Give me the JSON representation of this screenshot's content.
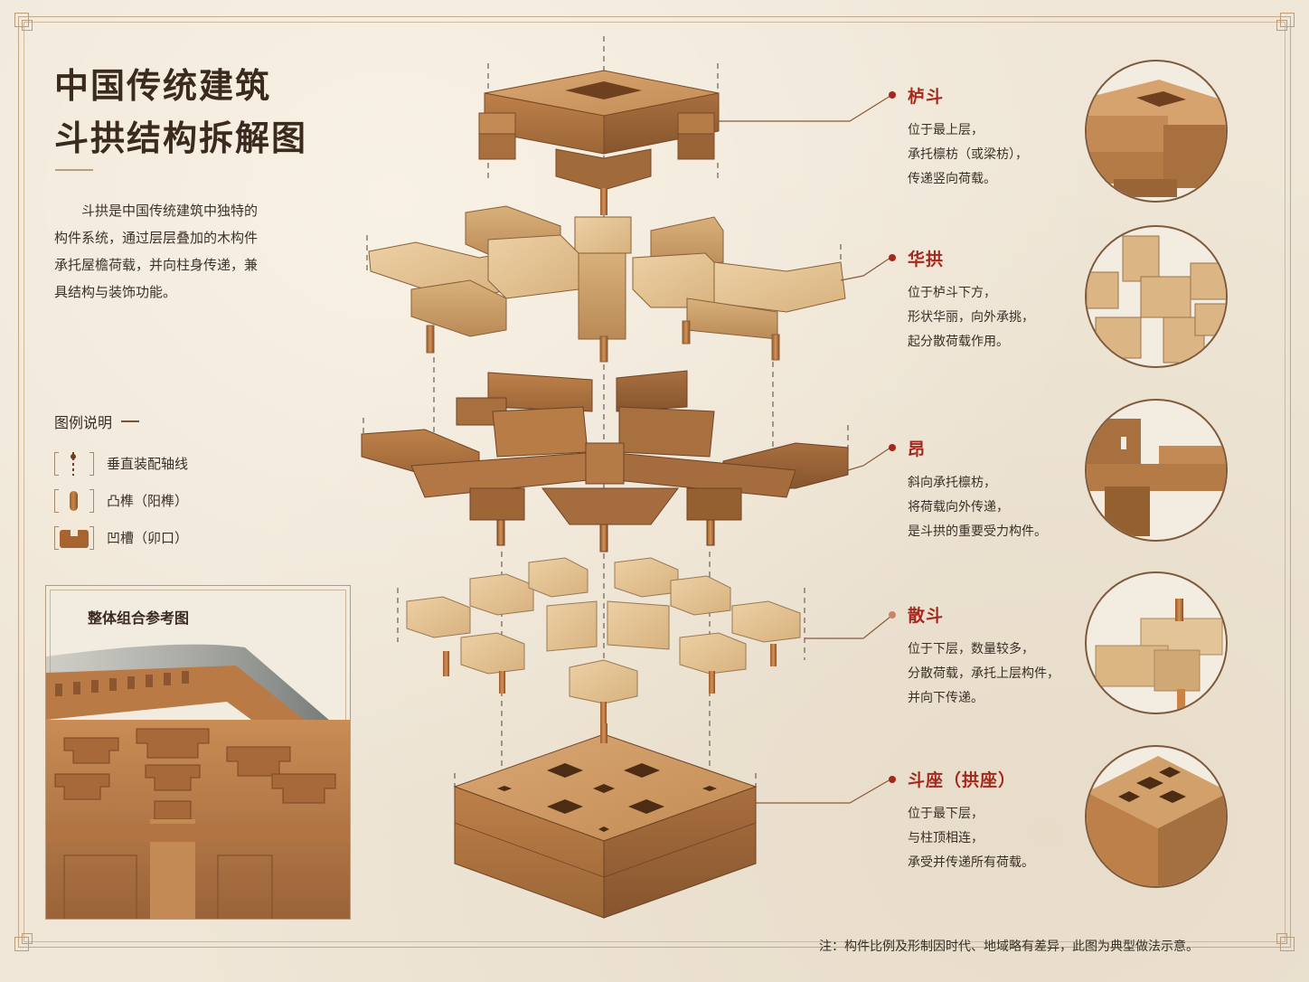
{
  "header": {
    "title_line1": "中国传统建筑",
    "title_line2": "斗拱结构拆解图"
  },
  "intro": {
    "text": "斗拱是中国传统建筑中独特的构件系统，通过层层叠加的木构件承托屋檐荷载，并向柱身传递，兼具结构与装饰功能。"
  },
  "legend": {
    "title": "图例说明",
    "items": [
      {
        "icon": "vertical-axis-icon",
        "label": "垂直装配轴线"
      },
      {
        "icon": "tenon-icon",
        "label": "凸榫（阳榫）"
      },
      {
        "icon": "mortise-icon",
        "label": "凹槽（卯口）"
      }
    ]
  },
  "reference": {
    "title": "整体组合参考图"
  },
  "components": [
    {
      "name": "栌斗",
      "desc": [
        "位于最上层，",
        "承托檩枋（或梁枋），",
        "传递竖向荷载。"
      ]
    },
    {
      "name": "华拱",
      "desc": [
        "位于栌斗下方，",
        "形状华丽，向外承挑，",
        "起分散荷载作用。"
      ]
    },
    {
      "name": "昂",
      "desc": [
        "斜向承托檩枋，",
        "将荷载向外传递，",
        "是斗拱的重要受力构件。"
      ]
    },
    {
      "name": "散斗",
      "desc": [
        "位于下层，数量较多，",
        "分散荷载，承托上层构件，",
        "并向下传递。"
      ]
    },
    {
      "name": "斗座（拱座）",
      "desc": [
        "位于最下层，",
        "与柱顶相连，",
        "承受并传递所有荷载。"
      ]
    }
  ],
  "footer": {
    "note": "注：构件比例及形制因时代、地域略有差异，此图为典型做法示意。"
  },
  "colors": {
    "background": "#efe6d7",
    "title_text": "#3b2a1e",
    "accent_red": "#a5281d",
    "frame": "#c2a98a",
    "wood_light": "#d9b17c",
    "wood_mid": "#b9804b",
    "wood_dark": "#8e5a33"
  }
}
